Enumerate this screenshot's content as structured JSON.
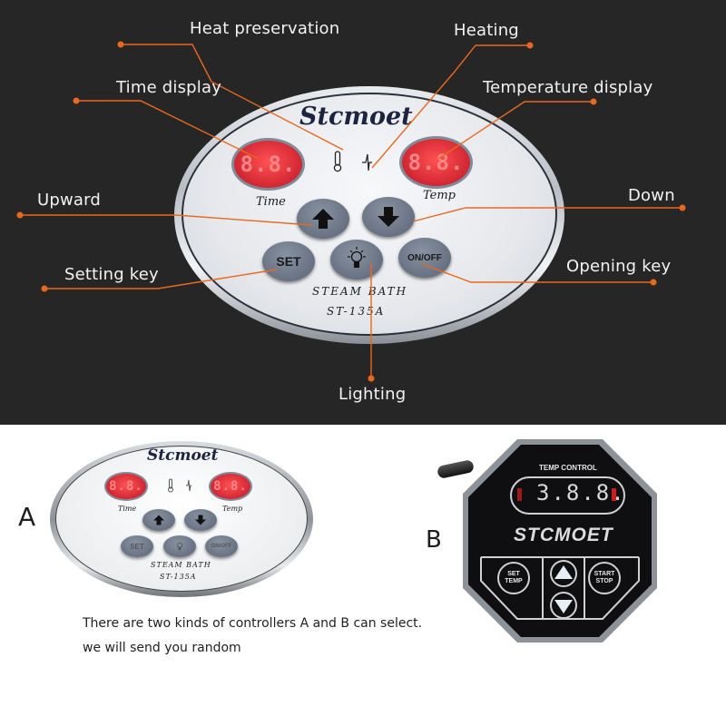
{
  "callouts": {
    "heat_preservation": "Heat preservation",
    "heating": "Heating",
    "time_display": "Time display",
    "temperature_display": "Temperature display",
    "upward": "Upward",
    "down": "Down",
    "setting_key": "Setting key",
    "opening_key": "Opening key",
    "lighting": "Lighting"
  },
  "controller_a": {
    "brand": "Stcmoet",
    "time_value": "8.8.",
    "temp_value": "8.8.",
    "time_label": "Time",
    "temp_label": "Temp",
    "set_button": "SET",
    "onoff_button": "ON/OFF",
    "model_line1": "STEAM BATH",
    "model_line2": "ST-135A",
    "thermometer_glyph": "🌡",
    "heating_glyph": "ϟ",
    "up_glyph": "▲",
    "down_glyph": "▼",
    "light_glyph": "💡"
  },
  "section_a": {
    "letter": "A",
    "brand": "Stcmoet",
    "time_value": "8.8.",
    "temp_value": "8.8.",
    "time_label": "Time",
    "temp_label": "Temp",
    "set_button": "SET",
    "onoff_button": "ON/OFF",
    "model_line1": "STEAM BATH",
    "model_line2": "ST-135A"
  },
  "section_b": {
    "letter": "B",
    "header": "TEMP CONTROL",
    "display_value": "3.8.8.",
    "brand": "STCMOET",
    "set_temp_line1": "SET",
    "set_temp_line2": "TEMP",
    "start_stop_line1": "START",
    "start_stop_line2": "STOP"
  },
  "note": {
    "line1": "There are two kinds of controllers A and B can select.",
    "line2": "we will send you random"
  },
  "colors": {
    "background_dark": "#262626",
    "callout_orange": "#e8691e",
    "display_red": "#d8222e",
    "button_gray": "#6c7686"
  }
}
